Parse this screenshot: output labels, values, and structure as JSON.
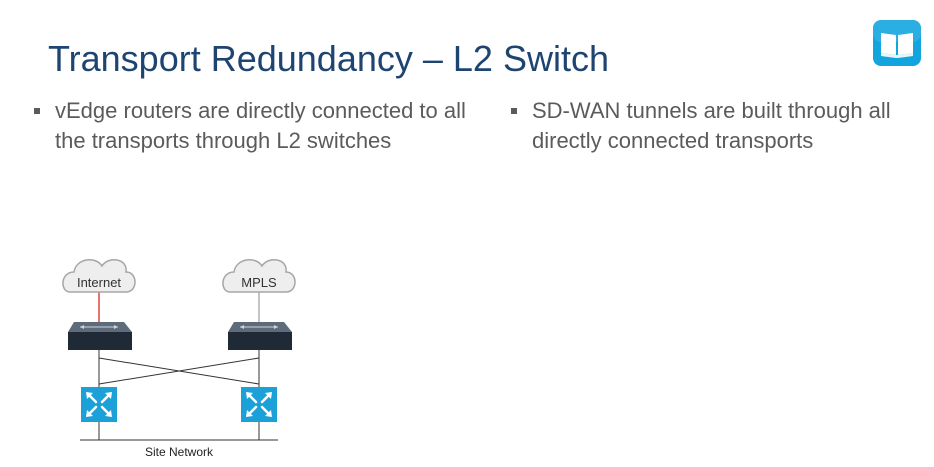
{
  "slide": {
    "title": "Transport Redundancy – L2 Switch",
    "bullets": [
      "vEdge routers are directly connected to all the transports through L2 switches",
      "SD-WAN tunnels are built through all directly connected transports"
    ],
    "badge_icon": "book-icon"
  },
  "diagram": {
    "clouds": [
      "Internet",
      "MPLS"
    ],
    "site_network_label": "Site Network",
    "colors": {
      "title": "#1e4471",
      "router": "#1ba0d7",
      "switch": "#1f2a36",
      "internet_link": "#e0453c",
      "badge": "#12a5dd"
    }
  }
}
